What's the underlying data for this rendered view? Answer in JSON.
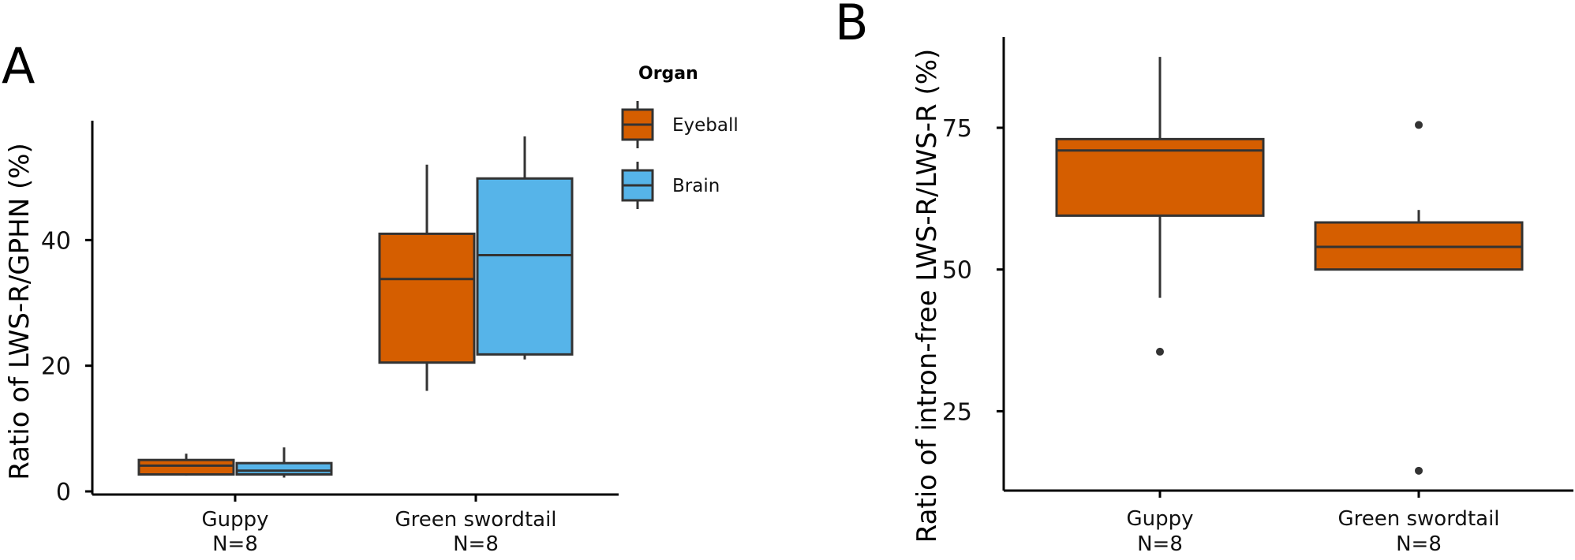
{
  "panels": {
    "a": {
      "label": "A"
    },
    "b": {
      "label": "B"
    }
  },
  "legend": {
    "title": "Organ",
    "items": [
      {
        "label": "Eyeball",
        "color": "#D55E00"
      },
      {
        "label": "Brain",
        "color": "#56B4E9"
      }
    ]
  },
  "chart_data": [
    {
      "type": "box",
      "panel": "A",
      "ylabel": "Ratio of LWS-R/GPHN (%)",
      "categories": [
        "Guppy",
        "Green swordtail"
      ],
      "category_counts": [
        "N=8",
        "N=8"
      ],
      "yticks": [
        0,
        20,
        40
      ],
      "ylim": [
        -0.5,
        59
      ],
      "series": [
        {
          "name": "Eyeball",
          "color": "#D55E00",
          "boxes": [
            {
              "min": 2.5,
              "q1": 2.7,
              "median": 4.1,
              "q3": 5.0,
              "max": 6.0,
              "outliers": []
            },
            {
              "min": 16.0,
              "q1": 20.5,
              "median": 33.8,
              "q3": 41.0,
              "max": 52.0,
              "outliers": []
            }
          ]
        },
        {
          "name": "Brain",
          "color": "#56B4E9",
          "boxes": [
            {
              "min": 2.2,
              "q1": 2.7,
              "median": 3.3,
              "q3": 4.5,
              "max": 7.0,
              "outliers": []
            },
            {
              "min": 21.0,
              "q1": 21.8,
              "median": 37.6,
              "q3": 49.8,
              "max": 56.5,
              "outliers": []
            }
          ]
        }
      ]
    },
    {
      "type": "box",
      "panel": "B",
      "ylabel": "Ratio of intron-free LWS-R/LWS-R (%)",
      "categories": [
        "Guppy",
        "Green swordtail"
      ],
      "category_counts": [
        "N=8",
        "N=8"
      ],
      "yticks": [
        25,
        50,
        75
      ],
      "ylim": [
        11,
        91
      ],
      "series": [
        {
          "name": "Eyeball",
          "color": "#D55E00",
          "boxes": [
            {
              "min": 45.0,
              "q1": 59.5,
              "median": 71.0,
              "q3": 73.0,
              "max": 87.5,
              "outliers": [
                35.5
              ]
            },
            {
              "min": 50.0,
              "q1": 50.0,
              "median": 54.0,
              "q3": 58.3,
              "max": 60.5,
              "outliers": [
                75.5,
                14.5
              ]
            }
          ]
        }
      ]
    }
  ]
}
